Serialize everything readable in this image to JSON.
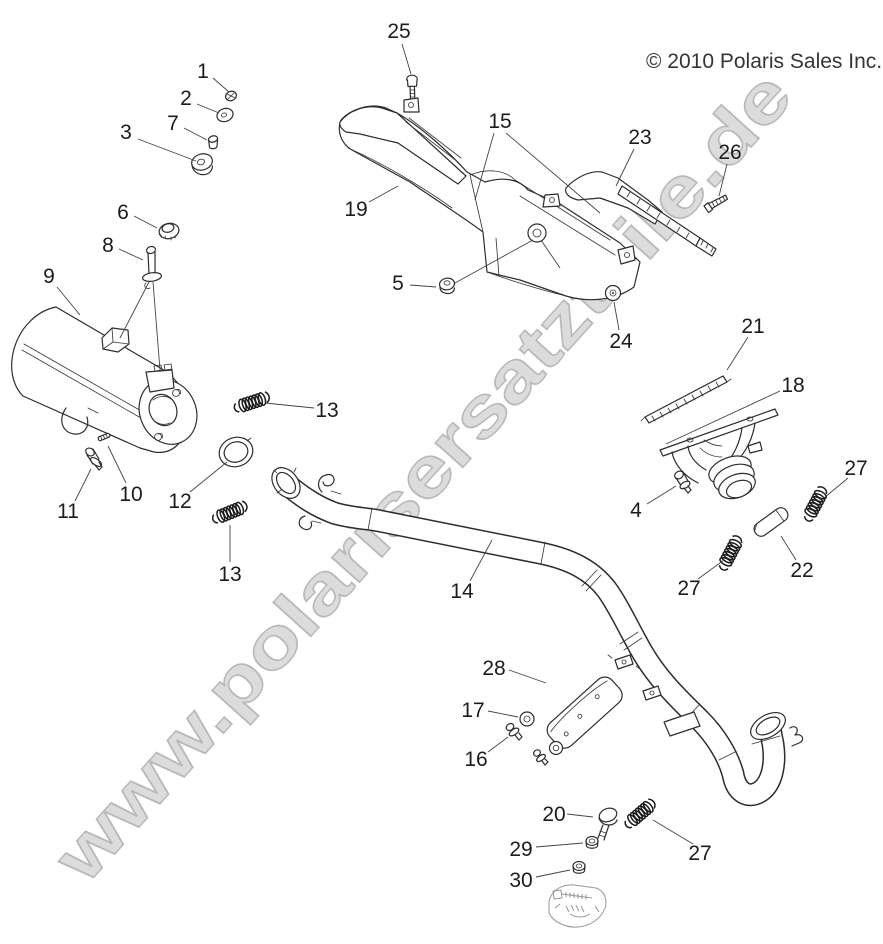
{
  "copyright": "© 2010 Polaris Sales Inc.",
  "watermark": "www.polarisersatzteile.de",
  "callouts": [
    "1",
    "2",
    "7",
    "3",
    "6",
    "8",
    "9",
    "25",
    "19",
    "15",
    "23",
    "26",
    "5",
    "24",
    "21",
    "18",
    "4",
    "27",
    "22",
    "27",
    "13",
    "12",
    "13",
    "11",
    "10",
    "14",
    "28",
    "17",
    "16",
    "27",
    "20",
    "29",
    "30"
  ]
}
